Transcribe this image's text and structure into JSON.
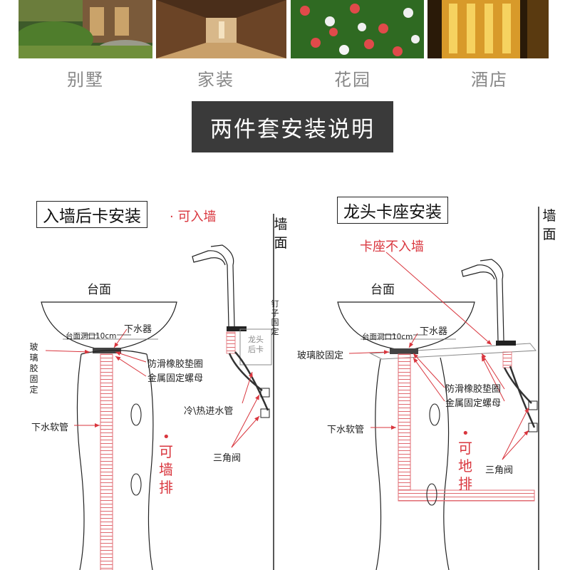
{
  "gallery": [
    {
      "caption": "别墅"
    },
    {
      "caption": "家装"
    },
    {
      "caption": "花园"
    },
    {
      "caption": "酒店"
    }
  ],
  "banner": {
    "title": "两件套安装说明"
  },
  "left": {
    "title": "入墙后卡安装",
    "note": "· 可入墙",
    "wall_label": "墙面",
    "counter_label": "台面",
    "hole_label": "台面洞口10cm",
    "drain_label": "下水器",
    "glue_label": "玻璃胶固定",
    "gasket_label": "防滑橡胶垫圈",
    "nut_label": "金属固定螺母",
    "hose_label": "下水软管",
    "inlet_label": "冷\\热进水管",
    "valve_label": "三角阀",
    "nail_label": "钉子固定",
    "card_label": "龙头后卡",
    "drain_into_wall": "可墙排",
    "colors": {
      "accent": "#d9363e",
      "line": "#222222",
      "dim": "#e06a70"
    }
  },
  "right": {
    "title": "龙头卡座安装",
    "note": "卡座不入墙",
    "wall_label": "墙面",
    "counter_label": "台面",
    "hole_label": "台面洞口10cm",
    "drain_label": "下水器",
    "glue_label": "玻璃胶固定",
    "gasket_label": "防滑橡胶垫圈",
    "nut_label": "金属固定螺母",
    "hose_label": "下水软管",
    "valve_label": "三角阀",
    "drain_into_floor": "可地排"
  }
}
